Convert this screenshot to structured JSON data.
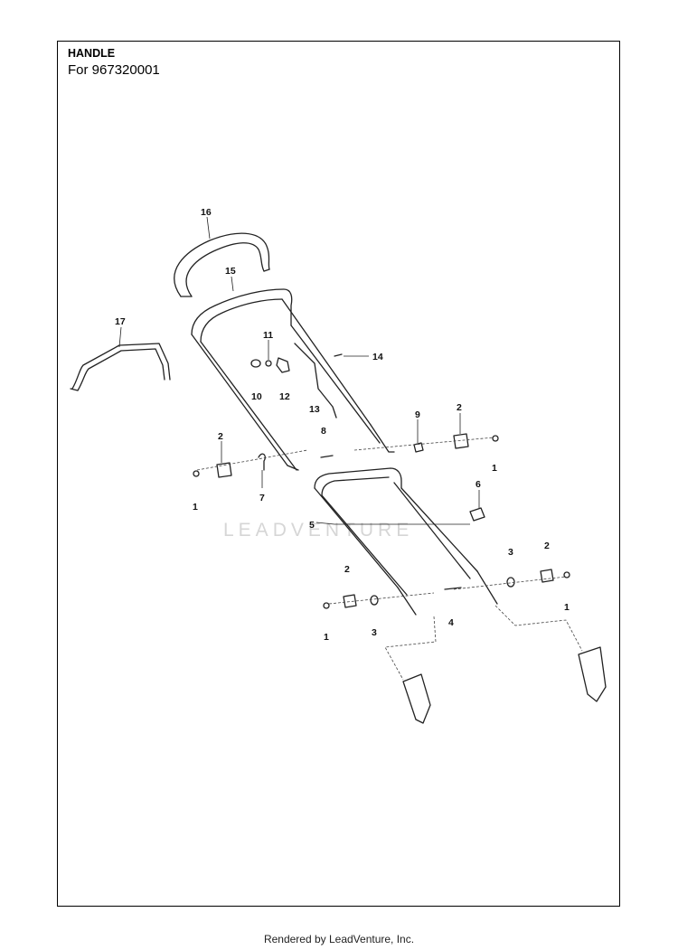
{
  "header": {
    "title": "HANDLE",
    "subtitle": "For 967320001"
  },
  "footer": {
    "text": "Rendered by LeadVenture, Inc."
  },
  "watermark": {
    "text": "LEADVENTURE"
  },
  "callouts": [
    "16",
    "15",
    "17",
    "11",
    "14",
    "10",
    "12",
    "13",
    "9",
    "2",
    "8",
    "2",
    "1",
    "1",
    "7",
    "6",
    "5",
    "3",
    "2",
    "2",
    "1",
    "4",
    "1",
    "3"
  ]
}
